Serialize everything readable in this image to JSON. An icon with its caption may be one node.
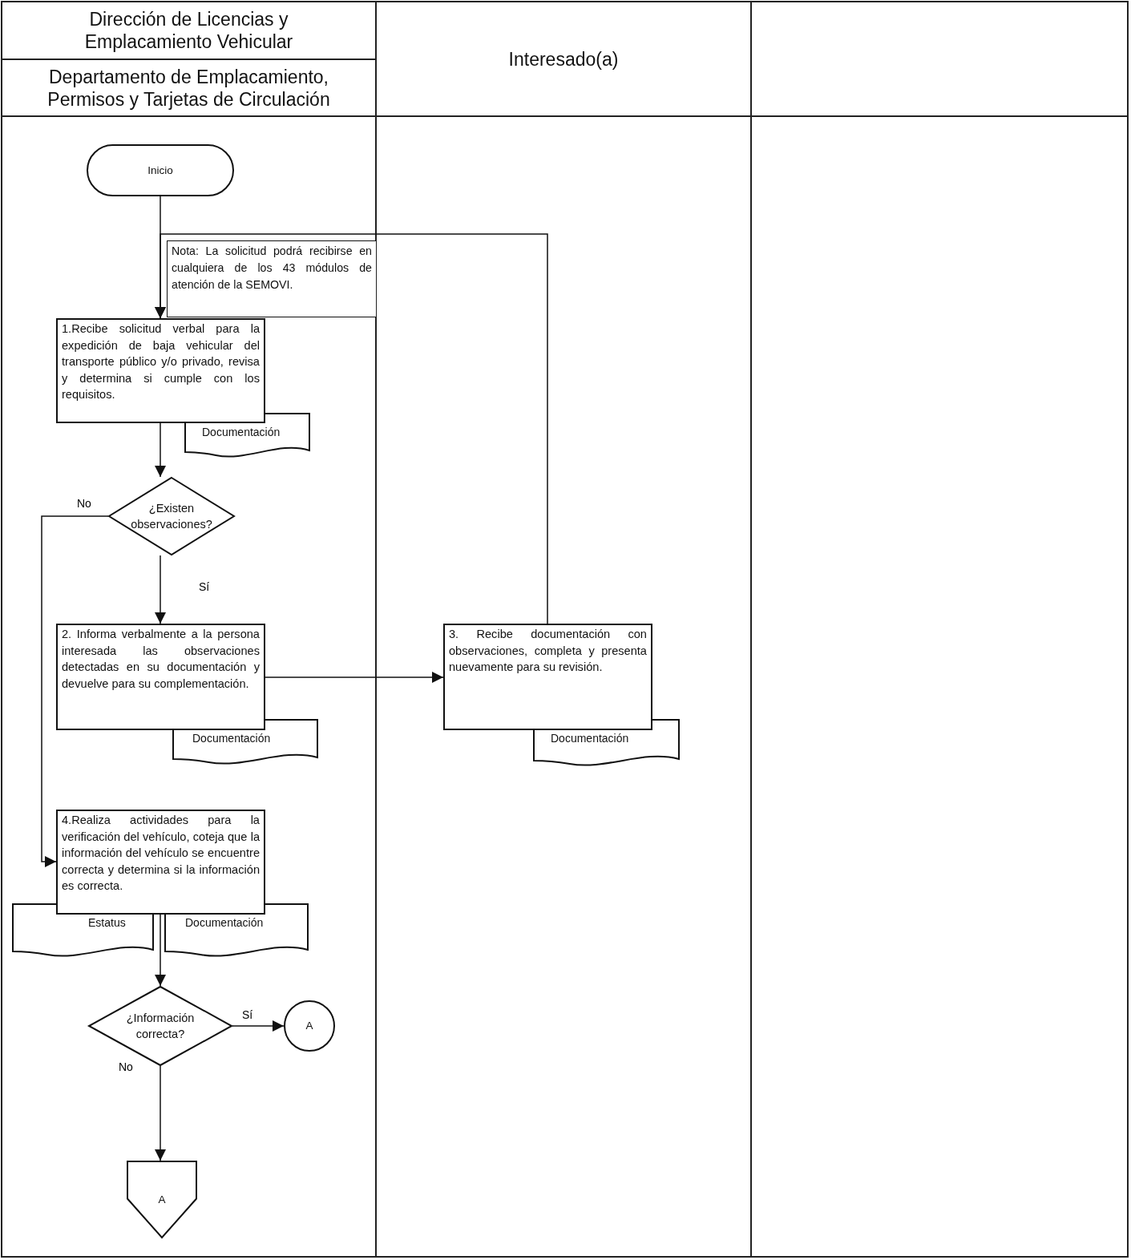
{
  "diagram": {
    "nodes": [
      {
        "text": [
          "Dirección de Licencias y Emplacamiento Vehicular"
        ]
      },
      {
        "text": [
          "Departamento de Emplacamiento, Permisos y Tarjetas de Circulación"
        ]
      },
      {
        "text": [
          "Interesado(a)"
        ]
      },
      {
        "text": [
          "Inicio"
        ]
      },
      {
        "text": [
          "Nota: La solicitud podrá recibirse en cualquiera de los 43 módulos de atención de la SEMOVI."
        ]
      },
      {
        "text": [
          "1.Recibe solicitud verbal para la expedición de baja vehicular del transporte público y/o privado, revisa y determina si cumple con los requisitos."
        ]
      },
      {
        "text": [
          "Documentación"
        ]
      },
      {
        "text": [
          "¿Existen observaciones?"
        ]
      },
      {
        "text": [
          "2. Informa verbalmente a la persona interesada las observaciones detectadas en su documentación y devuelve para su complementación."
        ]
      },
      {
        "text": [
          "Documentación"
        ]
      },
      {
        "text": [
          "3. Recibe documentación con observaciones, completa y presenta nuevamente para su revisión."
        ]
      },
      {
        "text": [
          "Documentación"
        ]
      },
      {
        "text": [
          "4.Realiza actividades para la verificación del vehículo, coteja que la información del vehículo se encuentre correcta y determina si la información es correcta."
        ]
      },
      {
        "text": [
          "Estatus"
        ]
      },
      {
        "text": [
          "Documentación"
        ]
      },
      {
        "text": [
          "¿Información correcta?"
        ]
      },
      {
        "text": [
          "A"
        ]
      },
      {
        "text": [
          "A"
        ]
      }
    ],
    "edges": [
      {
        "from": 3,
        "to": 5,
        "arrow": "to"
      },
      {
        "from": 10,
        "to": 5,
        "arrow": "to"
      },
      {
        "from": 5,
        "to": 7,
        "arrow": "to"
      },
      {
        "from": 7,
        "to": 12,
        "arrow": "to",
        "label": "No"
      },
      {
        "from": 7,
        "to": 8,
        "arrow": "to",
        "label": "Sí"
      },
      {
        "from": 8,
        "to": 10,
        "arrow": "to"
      },
      {
        "from": 12,
        "to": 15,
        "arrow": "to"
      },
      {
        "from": 15,
        "to": 16,
        "arrow": "to",
        "label": "Sí"
      },
      {
        "from": 15,
        "to": 17,
        "arrow": "to",
        "label": "No"
      }
    ]
  }
}
